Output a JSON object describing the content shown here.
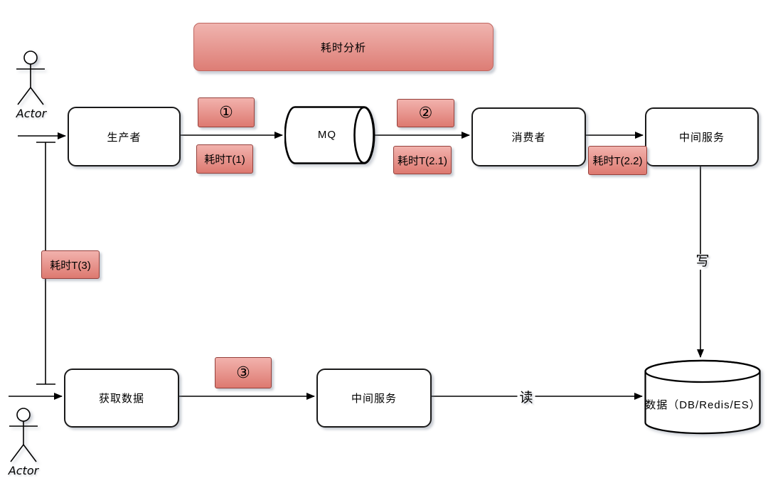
{
  "diagram": {
    "title": "耗时分析",
    "actors": {
      "top": "Actor",
      "bottom": "Actor"
    },
    "nodes": {
      "producer": "生产者",
      "mq": "MQ",
      "consumer": "消费者",
      "mid_service_top": "中间服务",
      "fetch_data": "获取数据",
      "mid_service_bottom": "中间服务",
      "database": "数据（DB/Redis/ES）"
    },
    "steps": {
      "one": "①",
      "one_cost": "耗时T(1)",
      "two": "②",
      "two_one_cost": "耗时T(2.1)",
      "two_two_cost": "耗时T(2.2)",
      "three": "③",
      "three_cost": "耗时T(3)"
    },
    "edges": {
      "write": "写",
      "read": "读"
    },
    "colors": {
      "chip_gradient_top": "#f2b2ad",
      "chip_gradient_bottom": "#dd7970",
      "chip_border": "#94403b",
      "banner_border": "#bf6660",
      "node_border": "#1a1a1a",
      "line": "#000000"
    }
  }
}
